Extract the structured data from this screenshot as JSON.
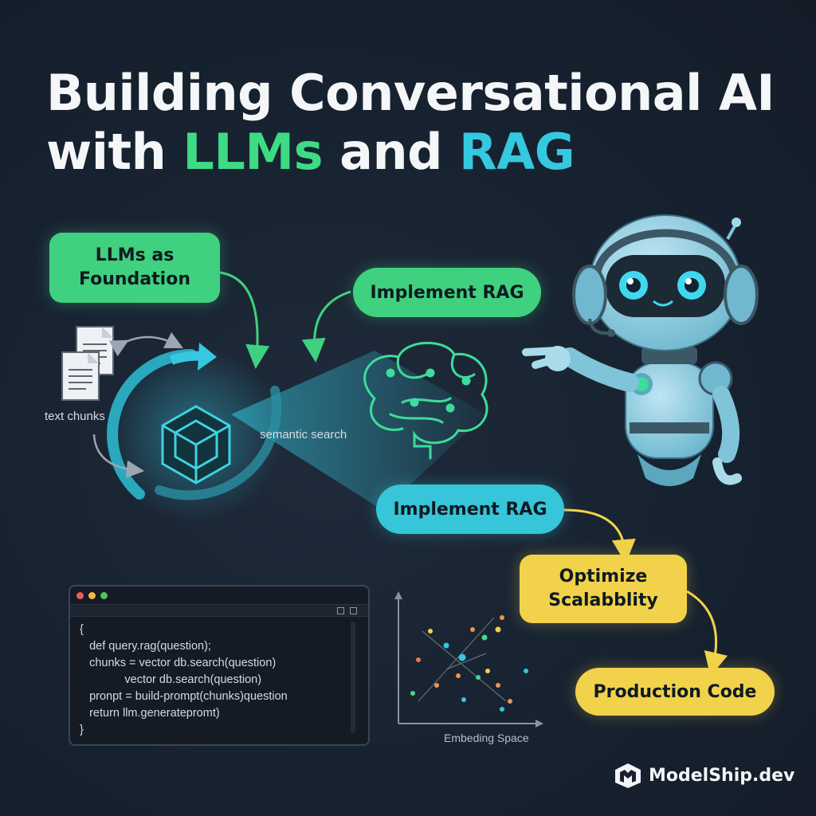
{
  "title": {
    "line1": "Building Conversational AI",
    "line2_prefix": "with ",
    "line2_llms": "LLMs",
    "line2_and": " and ",
    "line2_rag": "RAG"
  },
  "nodes": {
    "llms_foundation": "LLMs as\nFoundation",
    "implement_rag_top": "Implement RAG",
    "implement_rag_bottom": "Implement RAG",
    "optimize": "Optimize\nScalabblity",
    "production": "Production Code"
  },
  "labels": {
    "text_chunks": "text chunks",
    "semantic_search": "semantic search",
    "embedding_space": "Embeding Space"
  },
  "code": {
    "lines": [
      "{",
      "   def query.rag(question);",
      "   chunks = vector db.search(question)",
      "              vector db.search(question)",
      "   pronpt = build-prompt(chunks)question",
      "   return llm.generatepromt)",
      "}"
    ]
  },
  "brand": {
    "name": "ModelShip.dev"
  },
  "colors": {
    "green": "#3fd17f",
    "cyan": "#36c5d9",
    "yellow": "#f1d24a",
    "background": "#172230"
  },
  "icons": [
    "document-icon",
    "hexagon-cube-icon",
    "brain-icon",
    "robot-icon",
    "scatter-plot-icon",
    "logo-icon"
  ]
}
